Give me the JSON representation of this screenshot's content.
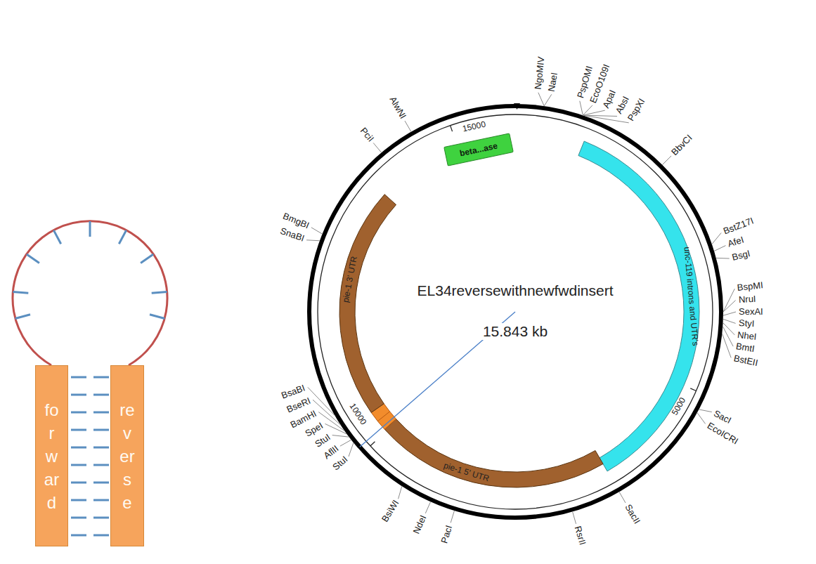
{
  "diagram": {
    "nodes": [
      {
        "text": [
          "forward"
        ]
      },
      {
        "text": [
          "reverse"
        ]
      },
      {
        "text": [
          "beta...ase"
        ]
      }
    ],
    "labels": [
      "EL34reversewithnewfwdinsert",
      "15.843 kb",
      "unc-119 introns and UTR's",
      "pie-1 3' UTR",
      "pie-1 5' UTR",
      "15000",
      "10000",
      "5000",
      "NgoMIV",
      "NaeI",
      "PspOMI",
      "EcoO109I",
      "ApaI",
      "AbsI",
      "PspXI",
      "BbvCI",
      "BstZ17I",
      "AfeI",
      "BsgI",
      "BspMI",
      "NruI",
      "SexAI",
      "StyI",
      "NheI",
      "BmtI",
      "BstEII",
      "SacI",
      "EcoICRI",
      "SacII",
      "RsrII",
      "PacI",
      "NdeI",
      "BsiWI",
      "StuI",
      "AflII",
      "StuI",
      "SpeI",
      "BamHI",
      "BseRI",
      "BsaBI",
      "SnaBI",
      "BmgBI",
      "PciI",
      "AlwNI"
    ]
  }
}
